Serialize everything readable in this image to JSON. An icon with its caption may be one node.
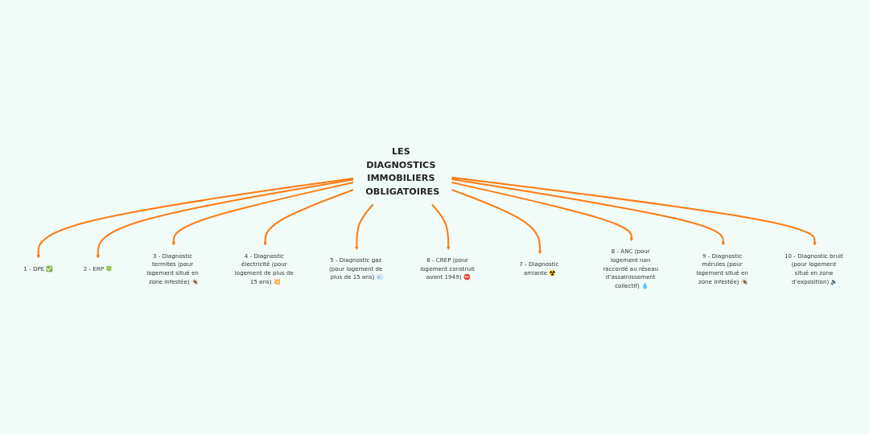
{
  "diagram": {
    "nodes": [
      {
        "text": [
          "LES DIAGNOSTICS IMMOBILIERS OBLIGATOIRES"
        ]
      },
      {
        "text": [
          "1 - DPE ✅"
        ]
      },
      {
        "text": [
          "2 - ERP 🍀"
        ]
      },
      {
        "text": [
          "3 - Diagnostic termites (pour logement situé en zone infestée) 🪳"
        ]
      },
      {
        "text": [
          "4 - Diagnostic électricité (pour logement de plus de 15 ans) 💥"
        ]
      },
      {
        "text": [
          "5 - Diagnostic gaz (pour logement de plus de 15 ans) 💨"
        ]
      },
      {
        "text": [
          "6 - CREP (pour logement construit avant 1949) ⛔"
        ]
      },
      {
        "text": [
          "7 - Diagnostic amiante ☢️"
        ]
      },
      {
        "text": [
          "8 - ANC (pour logement non raccordé au réseau d’assainissement collectif) 💧"
        ]
      },
      {
        "text": [
          "9 - Diagnostic mérules (pour logement situé en zone infestée) 🪳"
        ]
      },
      {
        "text": [
          "10 - Diagnostic bruit (pour logement situé en zone d’exposition) 🔉"
        ]
      }
    ],
    "edges": [
      {
        "from": 0,
        "to": 1,
        "arrow": "to"
      },
      {
        "from": 0,
        "to": 2,
        "arrow": "to"
      },
      {
        "from": 0,
        "to": 3,
        "arrow": "to"
      },
      {
        "from": 0,
        "to": 4,
        "arrow": "to"
      },
      {
        "from": 0,
        "to": 5,
        "arrow": "to"
      },
      {
        "from": 0,
        "to": 6,
        "arrow": "to"
      },
      {
        "from": 0,
        "to": 7,
        "arrow": "to"
      },
      {
        "from": 0,
        "to": 8,
        "arrow": "to"
      },
      {
        "from": 0,
        "to": 9,
        "arrow": "to"
      },
      {
        "from": 0,
        "to": 10,
        "arrow": "to"
      }
    ]
  }
}
